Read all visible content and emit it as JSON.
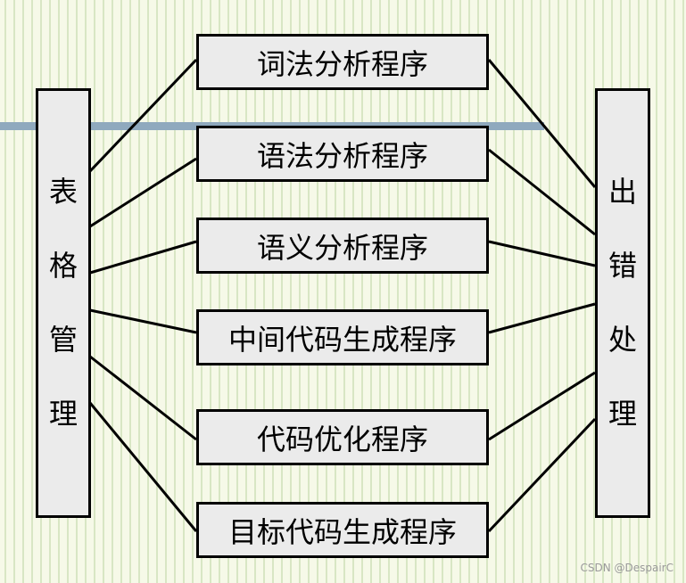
{
  "left_panel": {
    "label": [
      "表",
      "格",
      "管",
      "理"
    ]
  },
  "right_panel": {
    "label": [
      "出",
      "错",
      "处",
      "理"
    ]
  },
  "modules": [
    {
      "label": "词法分析程序"
    },
    {
      "label": "语法分析程序"
    },
    {
      "label": "语义分析程序"
    },
    {
      "label": "中间代码生成程序"
    },
    {
      "label": "代码优化程序"
    },
    {
      "label": "目标代码生成程序"
    }
  ],
  "watermark": "CSDN @DespairC",
  "colors": {
    "box_fill": "#ebebeb",
    "stroke": "#000000",
    "accent_bar": "#8fa9be",
    "background": "#f1f6dd"
  }
}
